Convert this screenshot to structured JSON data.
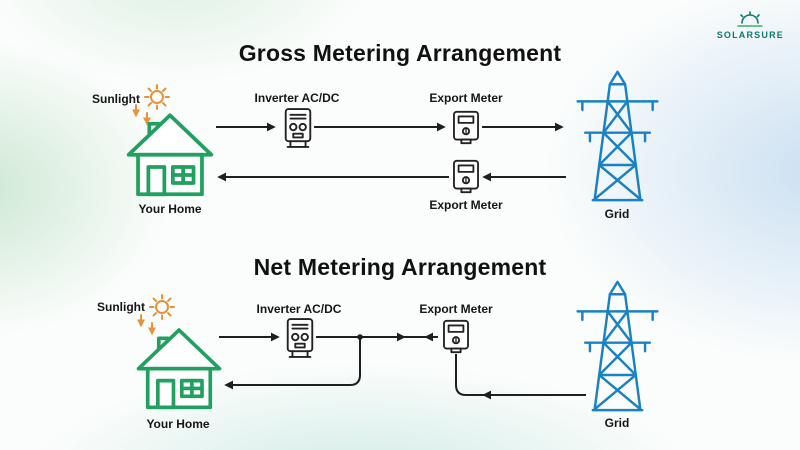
{
  "logo": {
    "text": "SOLARSURE"
  },
  "colors": {
    "house_green": "#21a05f",
    "grid_blue": "#1a82c4",
    "sun_orange": "#e8923a",
    "flow_line": "#1f1f1f",
    "logo_teal": "#0d7a6e",
    "text": "#141414"
  },
  "gross": {
    "title": "Gross Metering Arrangement",
    "sunlight": "Sunlight",
    "home": "Your Home",
    "inverter": "Inverter AC/DC",
    "meter_top": "Export Meter",
    "meter_bottom": "Export Meter",
    "grid": "Grid"
  },
  "net": {
    "title": "Net Metering Arrangement",
    "sunlight": "Sunlight",
    "home": "Your Home",
    "inverter": "Inverter AC/DC",
    "meter": "Export Meter",
    "grid": "Grid"
  }
}
